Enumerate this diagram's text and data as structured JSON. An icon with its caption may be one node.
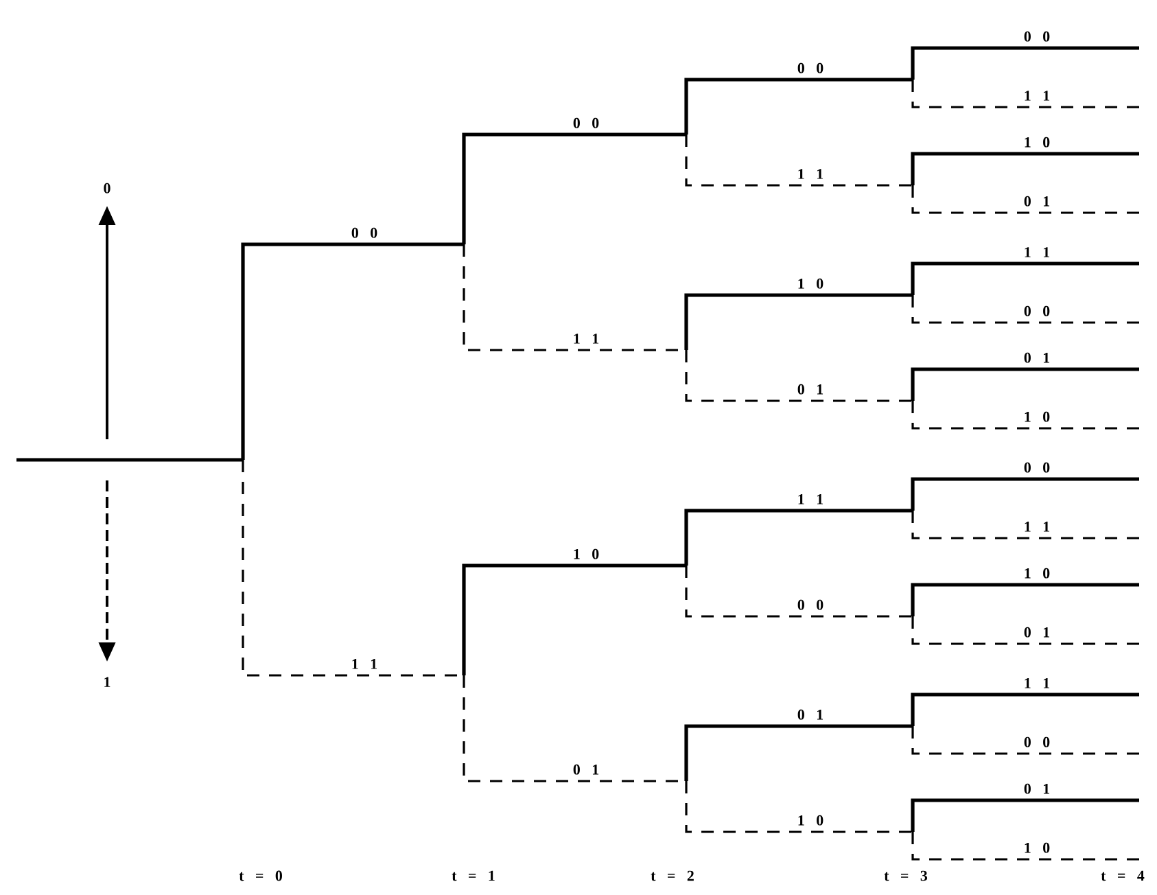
{
  "diagram": {
    "labels": [
      "0",
      "1",
      "0 0",
      "1 1",
      "0 0",
      "1 1",
      "1 0",
      "0 1",
      "0 0",
      "1 1",
      "1 0",
      "0 1",
      "1 1",
      "0 0",
      "0 1",
      "1 0",
      "0 0",
      "1 1",
      "1 0",
      "0 1",
      "1 1",
      "0 0",
      "0 1",
      "1 0",
      "0 0",
      "1 1",
      "1 0",
      "0 1",
      "1 1",
      "0 0",
      "0 1",
      "1 0",
      "t = 0",
      "t = 1",
      "t = 2",
      "t = 3",
      "t = 4"
    ]
  }
}
